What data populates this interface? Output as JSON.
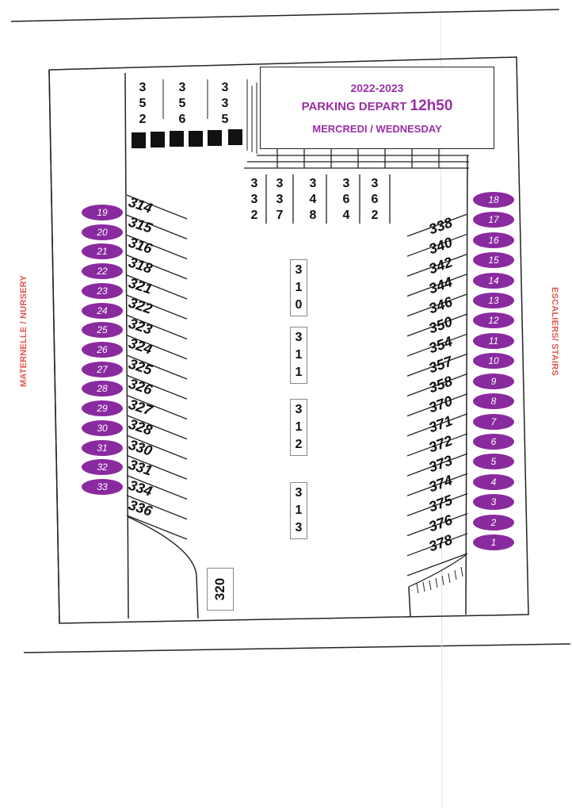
{
  "title": {
    "year": "2022-2023",
    "main_prefix": "PARKING DEPART ",
    "main_time": "12h50",
    "day": "MERCREDI / WEDNESDAY"
  },
  "side_labels": {
    "left": "MATERNELLE / NURSERY",
    "right": "ESCALIERS/ STAIRS"
  },
  "top_left_slots": [
    [
      "3",
      "5",
      "2"
    ],
    [
      "3",
      "5",
      "6"
    ],
    [
      "3",
      "3",
      "5"
    ]
  ],
  "top_right_slots": [
    [
      "3",
      "3",
      "2"
    ],
    [
      "3",
      "3",
      "7"
    ],
    [
      "3",
      "4",
      "8"
    ],
    [
      "3",
      "6",
      "4"
    ],
    [
      "3",
      "6",
      "2"
    ]
  ],
  "middle_slots": [
    [
      "3",
      "1",
      "0"
    ],
    [
      "3",
      "1",
      "1"
    ],
    [
      "3",
      "1",
      "2"
    ],
    [
      "3",
      "1",
      "3"
    ]
  ],
  "left_slots": [
    "314",
    "315",
    "316",
    "318",
    "321",
    "322",
    "323",
    "324",
    "325",
    "326",
    "327",
    "328",
    "330",
    "331",
    "334",
    "336"
  ],
  "right_slots": [
    "338",
    "340",
    "342",
    "344",
    "346",
    "350",
    "354",
    "357",
    "358",
    "370",
    "371",
    "372",
    "373",
    "374",
    "375",
    "376",
    "378"
  ],
  "left_ovals": [
    "19",
    "20",
    "21",
    "22",
    "23",
    "24",
    "25",
    "26",
    "27",
    "28",
    "29",
    "30",
    "31",
    "32",
    "33"
  ],
  "right_ovals": [
    "18",
    "17",
    "16",
    "15",
    "14",
    "13",
    "12",
    "11",
    "10",
    "9",
    "8",
    "7",
    "6",
    "5",
    "4",
    "3",
    "2",
    "1"
  ],
  "bottom_slot": "320",
  "colors": {
    "accent": "#8a2a9f",
    "side_label": "#e4564f"
  }
}
